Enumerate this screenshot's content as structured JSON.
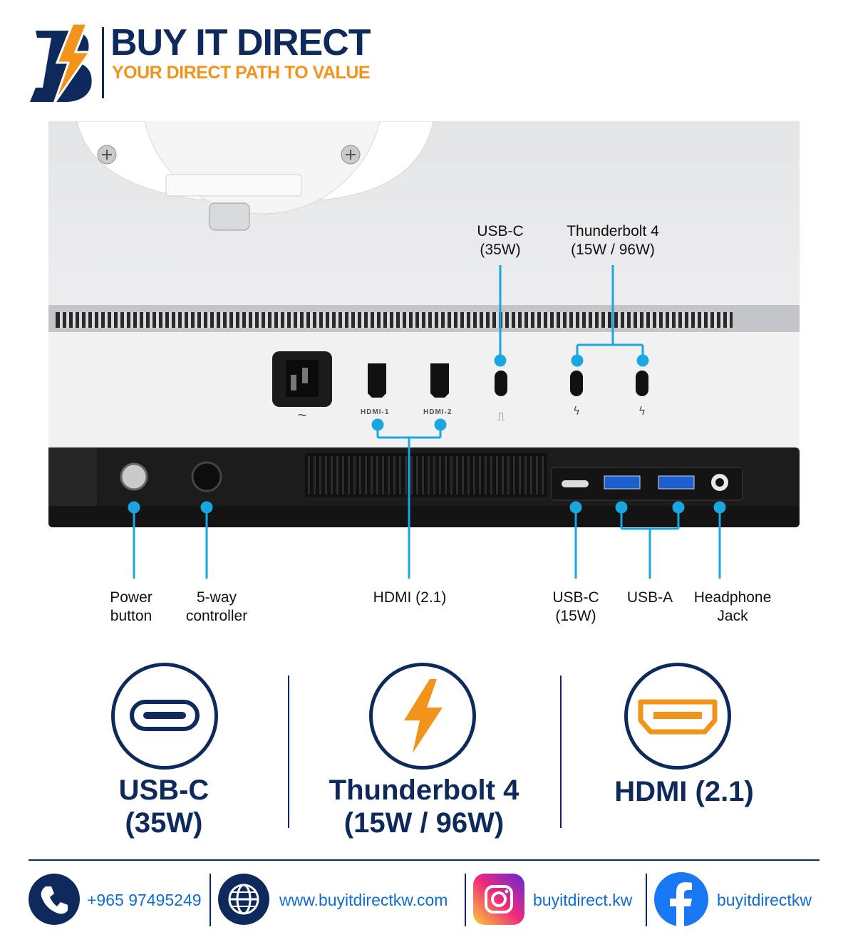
{
  "brand": {
    "name": "BUY IT DIRECT",
    "tagline": "YOUR DIRECT PATH TO VALUE",
    "primary_color": "#0e2a5c",
    "accent_color": "#f2941c"
  },
  "port_markings": {
    "hdmi1": "HDMI-1",
    "hdmi2": "HDMI-2"
  },
  "callouts": {
    "usbc_35w": "USB-C\n(35W)",
    "thunderbolt": "Thunderbolt 4\n(15W / 96W)",
    "power_button": "Power\nbutton",
    "five_way": "5-way\ncontroller",
    "hdmi": "HDMI (2.1)",
    "usbc_15w": "USB-C\n(15W)",
    "usba": "USB-A",
    "headphone": "Headphone\nJack",
    "line_color": "#1aa6e0"
  },
  "features": [
    {
      "icon": "usb-c-port-icon",
      "label": "USB-C\n(35W)"
    },
    {
      "icon": "lightning-bolt-icon",
      "label": "Thunderbolt 4\n(15W / 96W)"
    },
    {
      "icon": "hdmi-port-icon",
      "label": "HDMI (2.1)"
    }
  ],
  "contact": {
    "phone": "+965 97495249",
    "website": "www.buyitdirectkw.com",
    "instagram": "buyitdirect.kw",
    "facebook": "buyitdirectkw"
  }
}
